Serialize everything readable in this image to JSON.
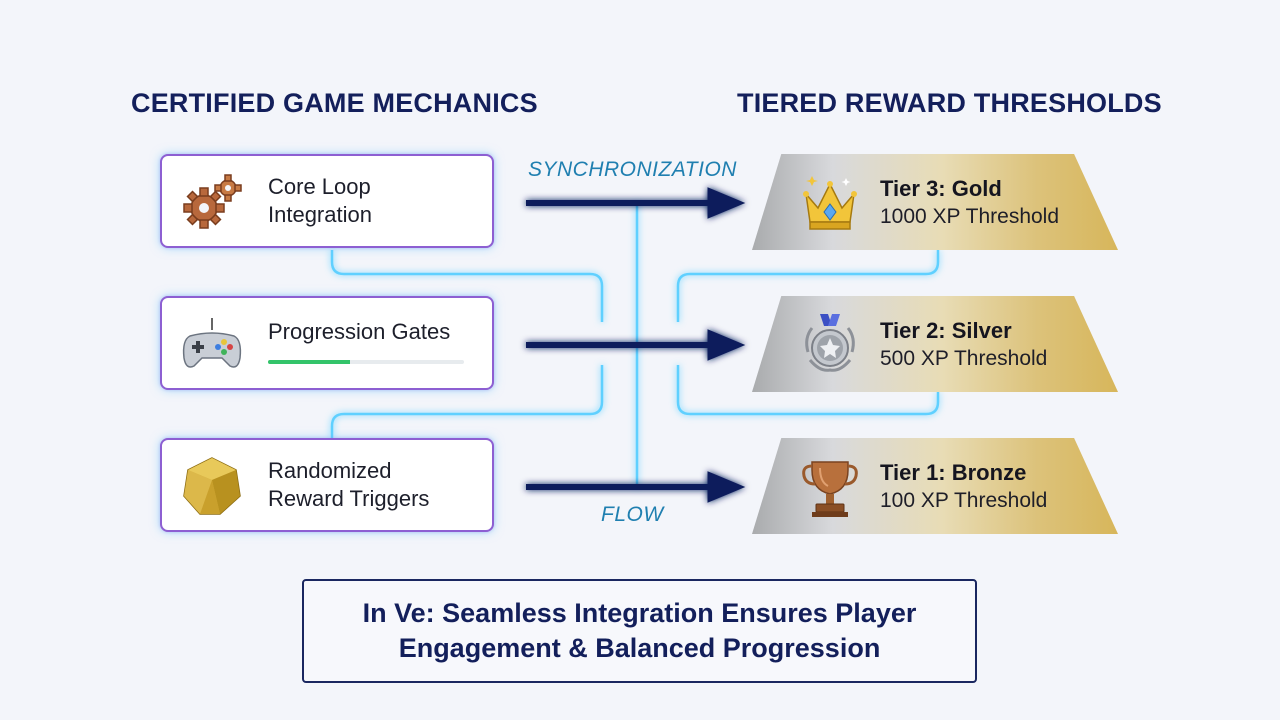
{
  "headings": {
    "left": "CERTIFIED GAME MECHANICS",
    "right": "TIERED REWARD THRESHOLDS"
  },
  "mechanics": [
    {
      "label": "Core Loop\nIntegration",
      "icon": "gears-icon"
    },
    {
      "label": "Progression Gates",
      "icon": "game-controller-icon",
      "progress_fraction": 0.42
    },
    {
      "label": "Randomized\nReward Triggers",
      "icon": "gold-dice-icon"
    }
  ],
  "flow_labels": {
    "top": "SYNCHRONIZATION",
    "bottom": "FLOW"
  },
  "tiers": [
    {
      "name": "Tier 3: Gold",
      "threshold": "1000 XP Threshold",
      "icon": "crown-icon"
    },
    {
      "name": "Tier 2: Silver",
      "threshold": "500 XP Threshold",
      "icon": "silver-medal-icon"
    },
    {
      "name": "Tier 1: Bronze",
      "threshold": "100 XP Threshold",
      "icon": "bronze-trophy-icon"
    }
  ],
  "summary": {
    "text": "In Ve: Seamless Integration Ensures Player\nEngagement & Balanced Progression"
  },
  "colors": {
    "heading": "#131f5b",
    "card_border": "#8d5fd2",
    "connector_glow": "#5fd0ff",
    "arrow": "#0f1d5c",
    "progress": "#33c46a",
    "gold": "#d7b65b"
  }
}
